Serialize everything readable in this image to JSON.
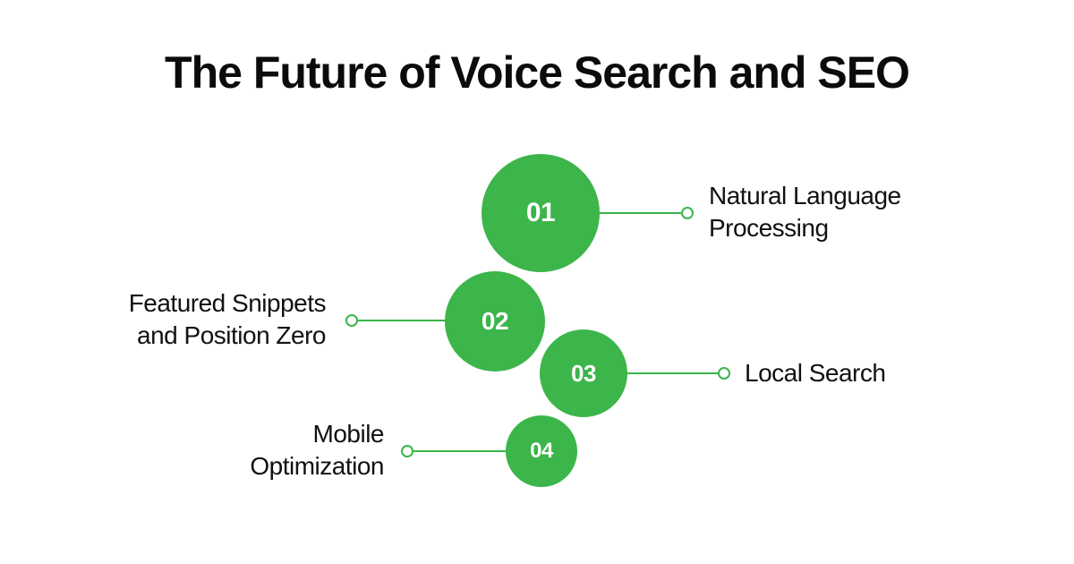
{
  "title": "The Future of Voice Search and SEO",
  "colors": {
    "accent": "#3cb54a",
    "background": "#ffffff",
    "text": "#111111"
  },
  "items": [
    {
      "number": "01",
      "label_lines": [
        "Natural Language",
        "Processing"
      ],
      "side": "right"
    },
    {
      "number": "02",
      "label_lines": [
        "Featured Snippets",
        "and Position Zero"
      ],
      "side": "left"
    },
    {
      "number": "03",
      "label_lines": [
        "Local Search"
      ],
      "side": "right"
    },
    {
      "number": "04",
      "label_lines": [
        "Mobile",
        "Optimization"
      ],
      "side": "left"
    }
  ]
}
